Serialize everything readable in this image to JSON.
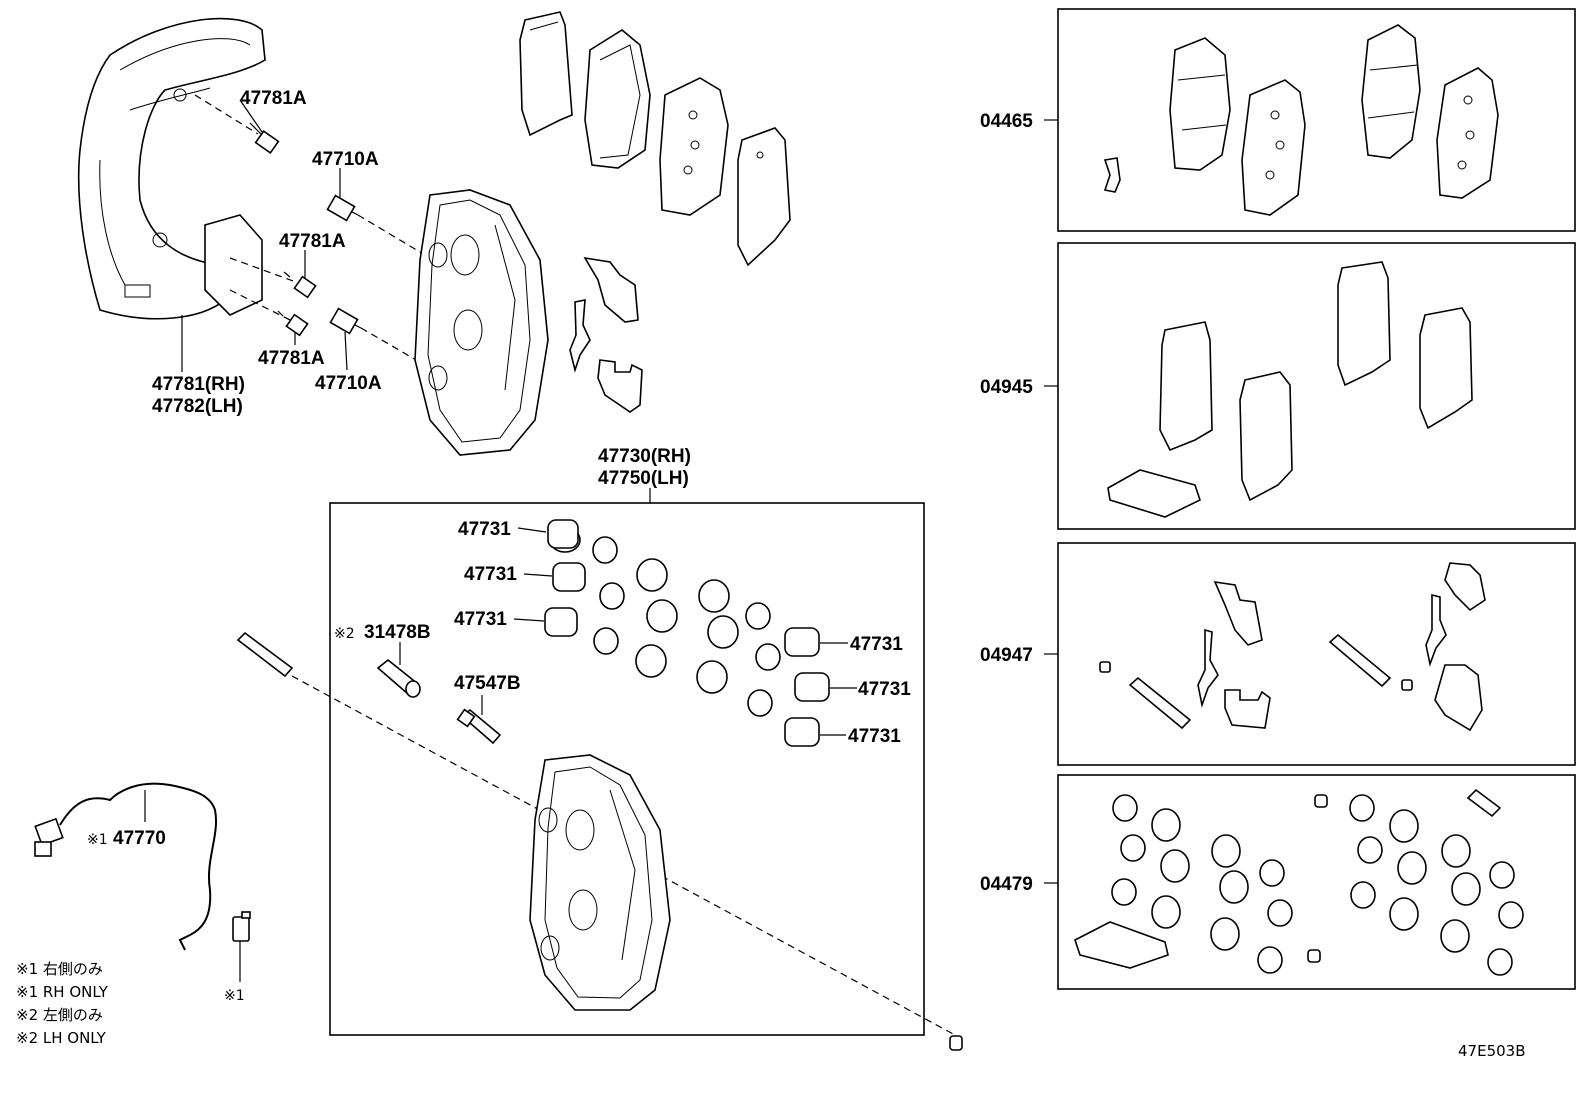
{
  "labels": {
    "p47781a_1": "47781A",
    "p47781a_2": "47781A",
    "p47781a_3": "47781A",
    "p47710a_1": "47710A",
    "p47710a_2": "47710A",
    "p47781rh": "47781(RH)",
    "p47782lh": "47782(LH)",
    "p47730rh": "47730(RH)",
    "p47750lh": "47750(LH)",
    "p47731_1": "47731",
    "p47731_2": "47731",
    "p47731_3": "47731",
    "p47731_4": "47731",
    "p47731_5": "47731",
    "p47731_6": "47731",
    "p31478b_mark": "※2",
    "p31478b": "31478B",
    "p47547b": "47547B",
    "p47770_mark": "※1",
    "p47770": "47770",
    "sensor_clip_mark": "※1",
    "kit_04465": "04465",
    "kit_04945": "04945",
    "kit_04947": "04947",
    "kit_04479": "04479"
  },
  "notes": [
    "※1 右側のみ",
    "※1 RH ONLY",
    "※2 左側のみ",
    "※2 LH ONLY"
  ],
  "diagram_code": "47E503B"
}
